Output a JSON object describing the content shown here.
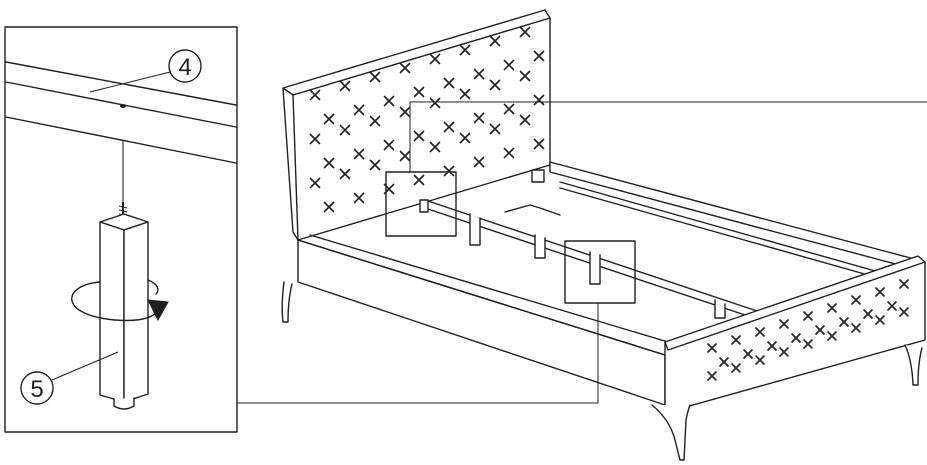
{
  "figure": {
    "callouts": [
      {
        "number": "4",
        "part": "frame-rail"
      },
      {
        "number": "5",
        "part": "support-leg"
      }
    ],
    "stitch_glyph": "✕",
    "line_color": "#231f20",
    "background": "#ffffff"
  }
}
